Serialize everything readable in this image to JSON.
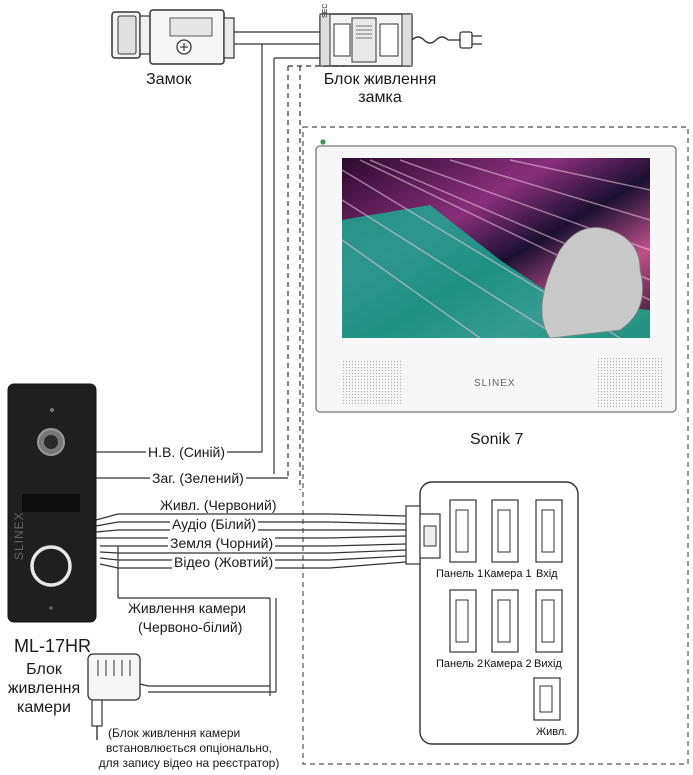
{
  "lock": {
    "label": "Замок"
  },
  "lock_power": {
    "line1": "Блок живлення",
    "line2": "замка",
    "tag": "SEC"
  },
  "monitor": {
    "name": "Sonik 7",
    "brand": "SLINEX"
  },
  "panel": {
    "name": "ML-17HR",
    "brand": "SLINEX"
  },
  "wires": {
    "nv": "Н.В. (Синій)",
    "zag": "Заг. (Зелений)",
    "power": "Живл. (Червоний)",
    "audio": "Аудіо (Білий)",
    "ground": "Земля (Чорний)",
    "video": "Відео (Жовтий)",
    "cam_power_1": "Живлення камери",
    "cam_power_2": "(Червоно-білий)"
  },
  "camera_psu": {
    "line1": "Блок",
    "line2": "живлення",
    "line3": "камери"
  },
  "note": {
    "line1": "(Блок живлення камери",
    "line2": "встановлюється опціонально,",
    "line3": "для запису відео на реєстратор)"
  },
  "connectors": {
    "panel1": "Панель 1",
    "camera1": "Камера 1",
    "input": "Вхід",
    "panel2": "Панель 2",
    "camera2": "Камера 2",
    "output": "Вихід",
    "power": "Живл."
  }
}
